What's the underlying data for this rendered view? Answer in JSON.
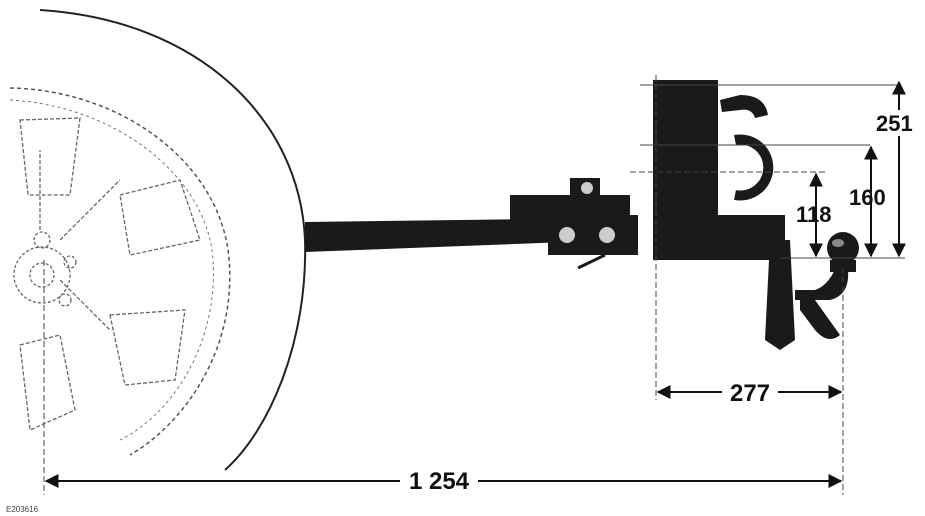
{
  "dimensions": {
    "overall_length": "1 254",
    "ball_offset": "277",
    "height_118": "118",
    "height_160": "160",
    "height_251": "251"
  },
  "figure_ref": "E203616",
  "colors": {
    "ink": "#111111",
    "line": "#444444"
  }
}
